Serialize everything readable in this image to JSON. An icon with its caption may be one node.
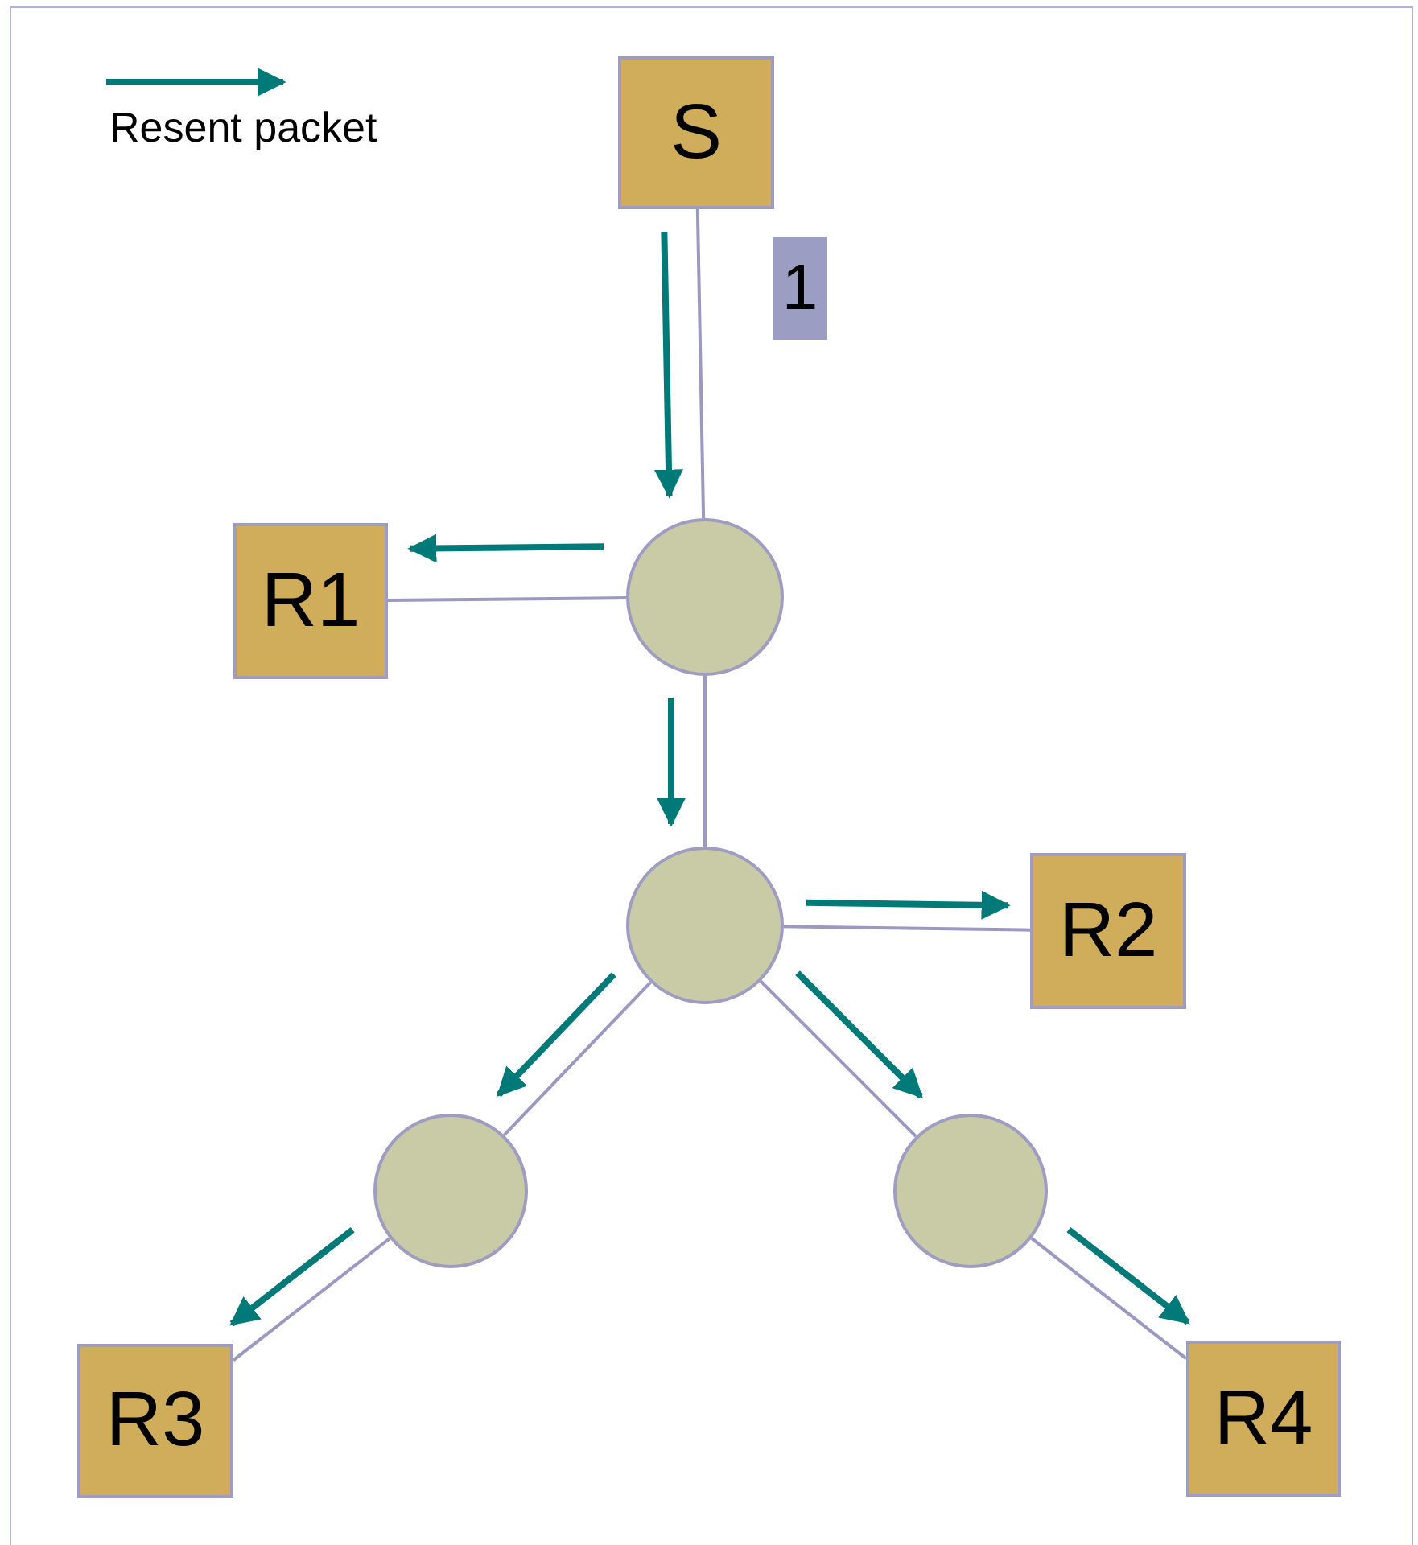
{
  "diagram": {
    "nodes": [
      {
        "text": [
          "S"
        ]
      },
      {
        "text": [
          "1"
        ]
      },
      {
        "text": [
          "R1"
        ]
      },
      {
        "text": [],
        "shape": "circle"
      },
      {
        "text": [],
        "shape": "circle"
      },
      {
        "text": [
          "R2"
        ]
      },
      {
        "text": [],
        "shape": "circle"
      },
      {
        "text": [],
        "shape": "circle"
      },
      {
        "text": [
          "R3"
        ]
      },
      {
        "text": [
          "R4"
        ]
      }
    ],
    "edges": [
      {
        "from": 0,
        "to": 3,
        "arrow": "none"
      },
      {
        "from": 3,
        "to": 2,
        "arrow": "none"
      },
      {
        "from": 3,
        "to": 4,
        "arrow": "none"
      },
      {
        "from": 4,
        "to": 5,
        "arrow": "none"
      },
      {
        "from": 4,
        "to": 6,
        "arrow": "none"
      },
      {
        "from": 4,
        "to": 7,
        "arrow": "none"
      },
      {
        "from": 6,
        "to": 8,
        "arrow": "none"
      },
      {
        "from": 7,
        "to": 9,
        "arrow": "none"
      },
      {
        "from": 0,
        "to": 3,
        "arrow": "to",
        "style": "thick",
        "color": "#007a78"
      },
      {
        "from": 3,
        "to": 2,
        "arrow": "to",
        "style": "thick",
        "color": "#007a78"
      },
      {
        "from": 3,
        "to": 4,
        "arrow": "to",
        "style": "thick",
        "color": "#007a78"
      },
      {
        "from": 4,
        "to": 5,
        "arrow": "to",
        "style": "thick",
        "color": "#007a78"
      },
      {
        "from": 4,
        "to": 6,
        "arrow": "to",
        "style": "thick",
        "color": "#007a78"
      },
      {
        "from": 4,
        "to": 7,
        "arrow": "to",
        "style": "thick",
        "color": "#007a78"
      },
      {
        "from": 6,
        "to": 8,
        "arrow": "to",
        "style": "thick",
        "color": "#007a78"
      },
      {
        "from": 7,
        "to": 9,
        "arrow": "to",
        "style": "thick",
        "color": "#007a78"
      }
    ],
    "legend": [
      {
        "text": "Resent packet"
      }
    ]
  }
}
